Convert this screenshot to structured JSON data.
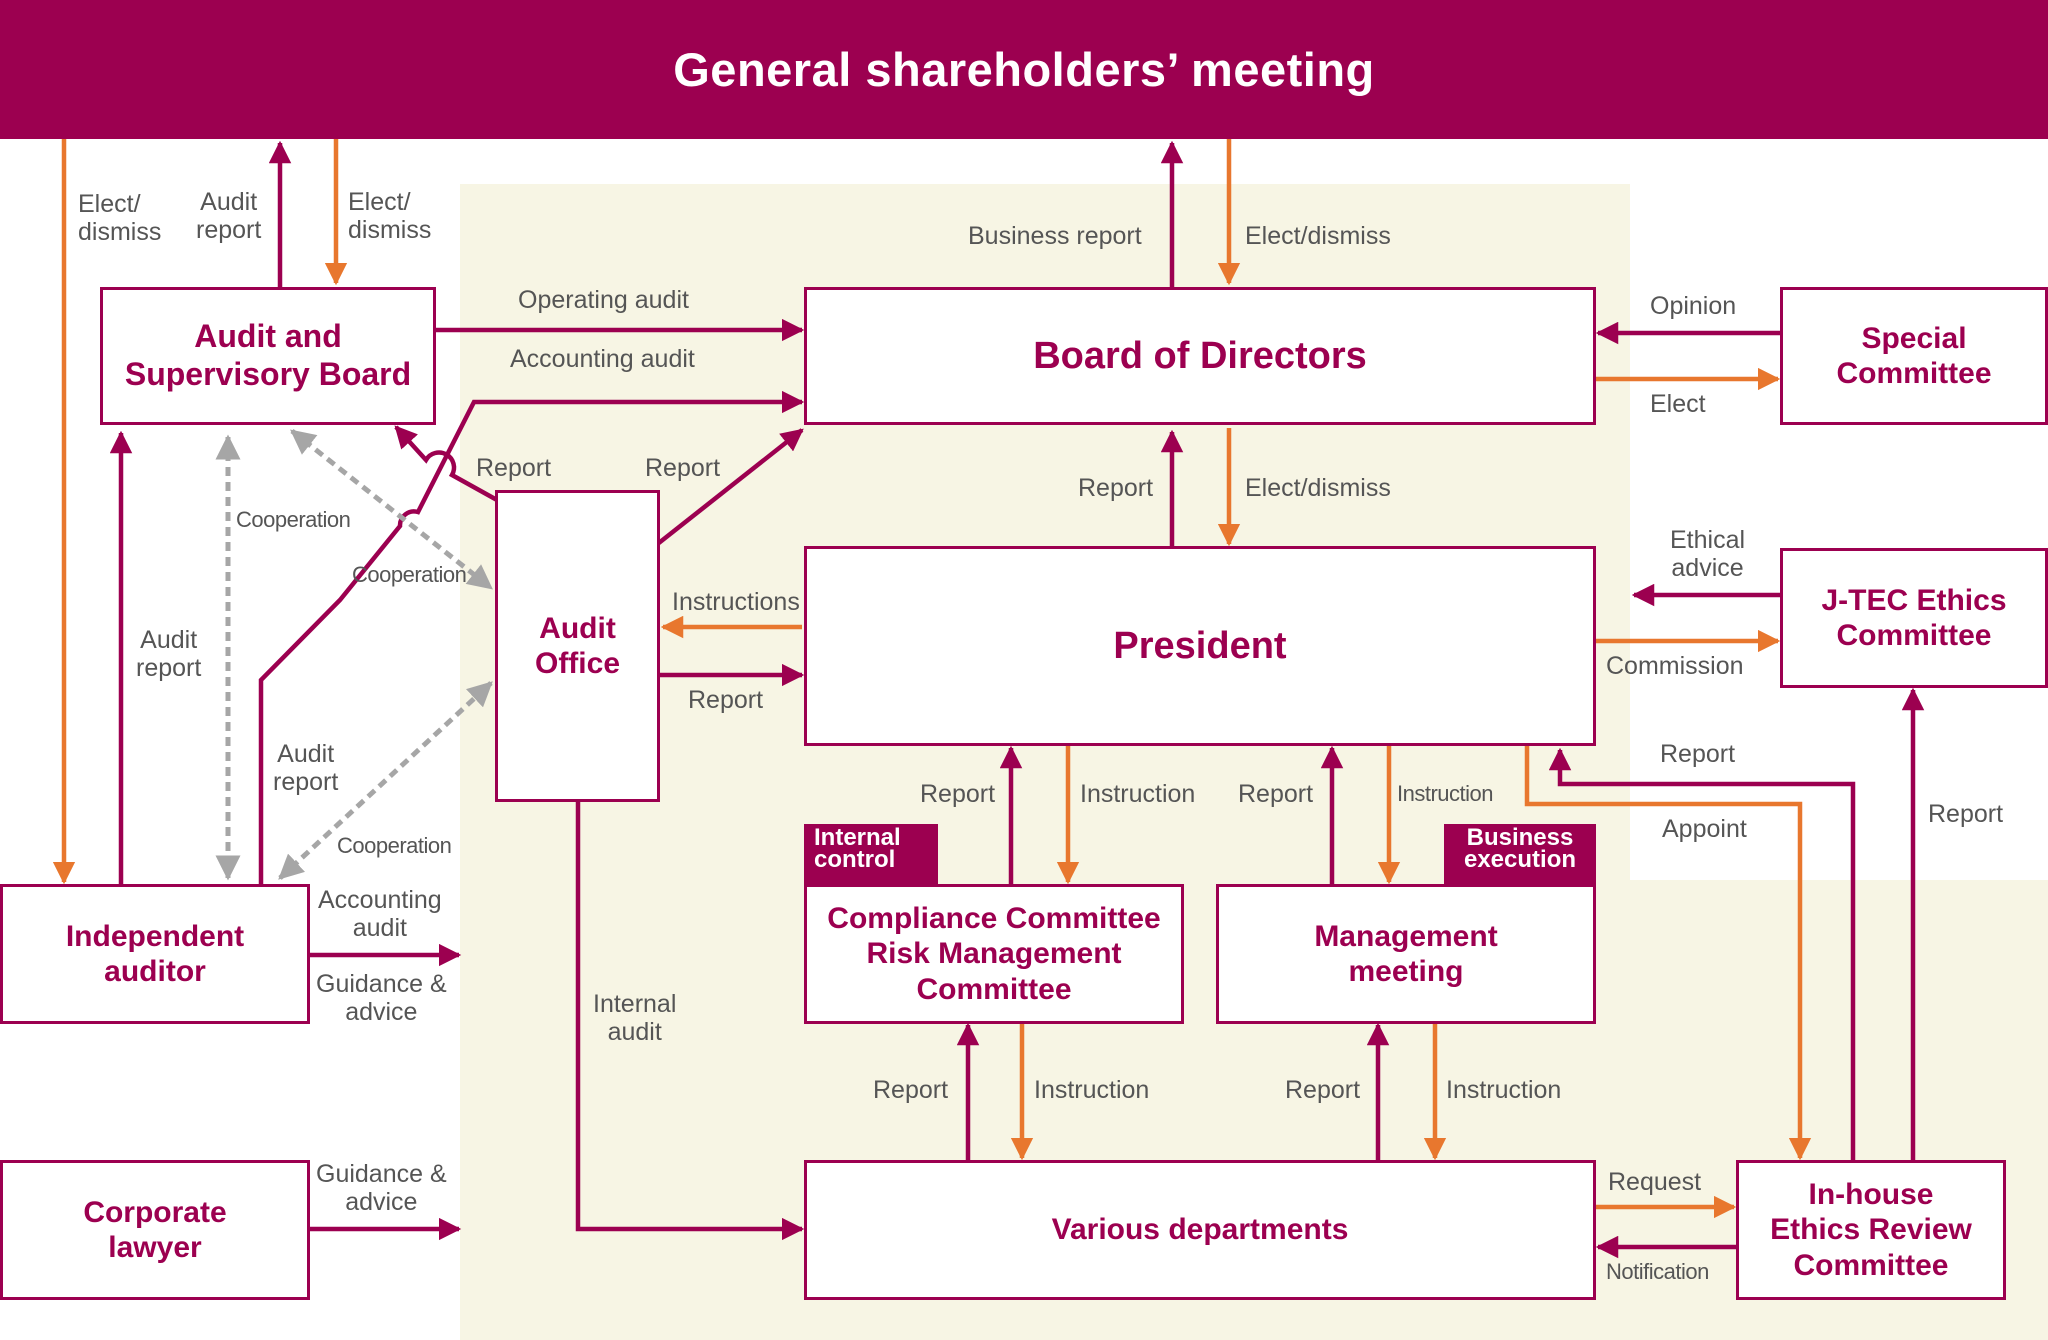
{
  "header": {
    "title": "General shareholders’ meeting"
  },
  "boxes": {
    "audit_board": "Audit and\nSupervisory Board",
    "board": "Board of Directors",
    "special": "Special\nCommittee",
    "audit_office": "Audit\nOffice",
    "president": "President",
    "jtec": "J-TEC Ethics\nCommittee",
    "independent": "Independent\nauditor",
    "compliance": "Compliance Committee\nRisk Management\nCommittee",
    "management": "Management\nmeeting",
    "departments": "Various departments",
    "lawyer": "Corporate\nlawyer",
    "inhouse": "In-house\nEthics Review\nCommittee"
  },
  "tags": {
    "internal_control": "Internal\ncontrol",
    "business_execution": "Business\nexecution"
  },
  "labels": {
    "elect_dismiss_left": "Elect/\ndismiss",
    "audit_report_top": "Audit\nreport",
    "elect_dismiss_asb": "Elect/\ndismiss",
    "business_report": "Business report",
    "elect_dismiss_board": "Elect/dismiss",
    "operating_audit": "Operating audit",
    "accounting_audit": "Accounting audit",
    "opinion": "Opinion",
    "elect_special": "Elect",
    "report_ao_asb": "Report",
    "report_ao_board": "Report",
    "report_pres_board": "Report",
    "elect_dismiss_pres": "Elect/dismiss",
    "cooperation_1": "Cooperation",
    "cooperation_2": "Cooperation",
    "cooperation_3": "Cooperation",
    "ethical_advice": "Ethical\nadvice",
    "instructions": "Instructions",
    "commission": "Commission",
    "audit_report_ia": "Audit\nreport",
    "report_ao_pres": "Report",
    "audit_report_mid": "Audit\nreport",
    "report_inhouse_pres": "Report",
    "report_cc_pres": "Report",
    "instruction_cc": "Instruction",
    "report_mm_pres": "Report",
    "instruction_mm": "Instruction",
    "appoint": "Appoint",
    "report_inhouse_jtec": "Report",
    "accounting_audit_ia": "Accounting\naudit",
    "guidance_ia": "Guidance &\nadvice",
    "internal_audit": "Internal\naudit",
    "report_dept_cc": "Report",
    "instruction_cc_dept": "Instruction",
    "report_dept_mm": "Report",
    "instruction_mm_dept": "Instruction",
    "request": "Request",
    "notification": "Notification",
    "guidance_lawyer": "Guidance &\nadvice"
  },
  "colors": {
    "brand": "#9c0050",
    "orange": "#e8772e",
    "gray": "#a6a6a6",
    "panel": "#f7f5e4"
  }
}
